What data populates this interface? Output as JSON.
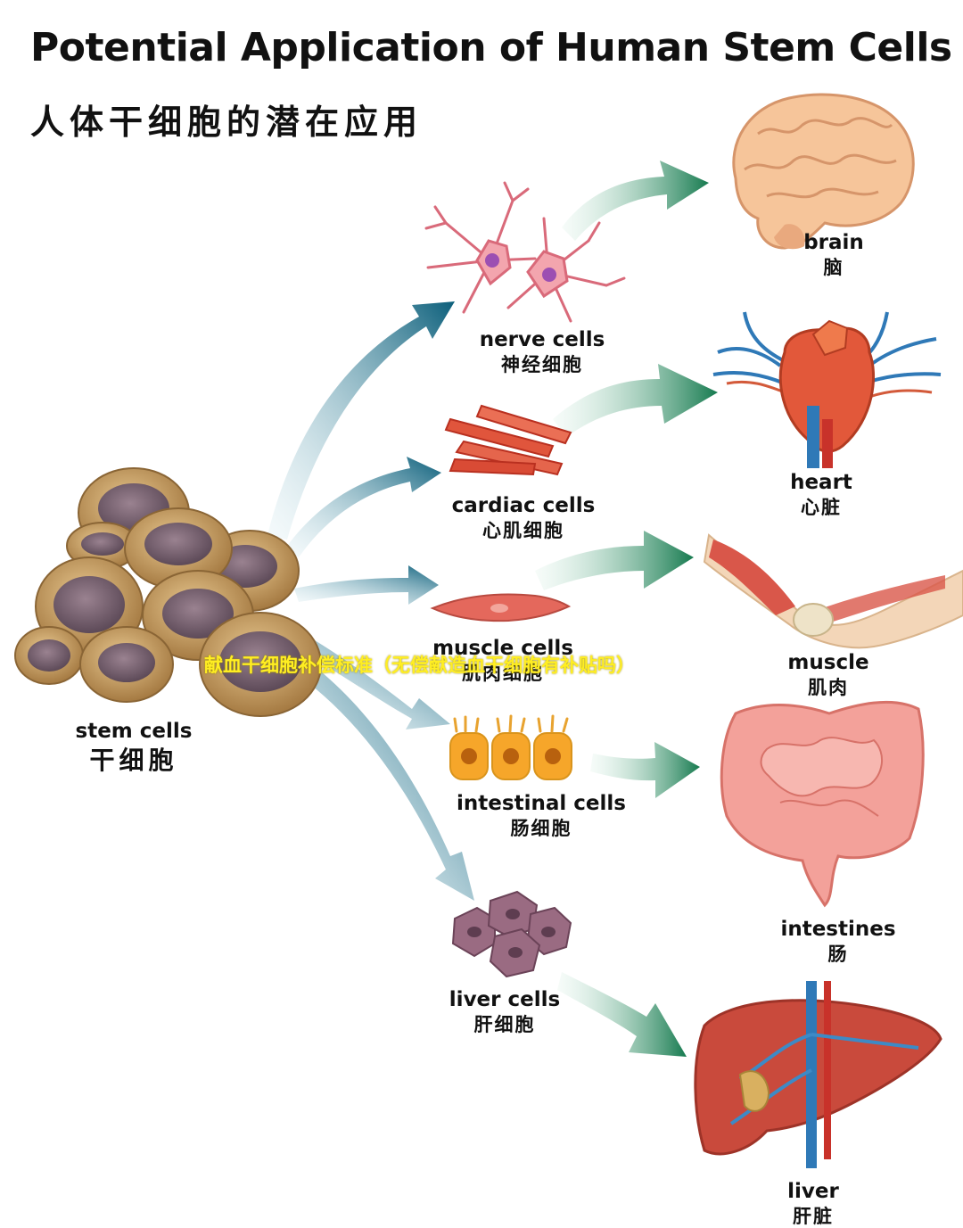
{
  "title": "Potential Application of Human Stem Cells",
  "subtitle": "人体干细胞的潜在应用",
  "source": {
    "en": "stem cells",
    "zh": "干细胞"
  },
  "cell_types": [
    {
      "en": "nerve cells",
      "zh": "神经细胞",
      "icon": "nerve-cell-icon"
    },
    {
      "en": "cardiac cells",
      "zh": "心肌细胞",
      "icon": "cardiac-cell-icon"
    },
    {
      "en": "muscle cells",
      "zh": "肌肉细胞",
      "icon": "muscle-cell-icon"
    },
    {
      "en": "intestinal cells",
      "zh": "肠细胞",
      "icon": "intestinal-cell-icon"
    },
    {
      "en": "liver cells",
      "zh": "肝细胞",
      "icon": "liver-cell-icon"
    }
  ],
  "organs": [
    {
      "en": "brain",
      "zh": "脑",
      "icon": "brain-icon"
    },
    {
      "en": "heart",
      "zh": "心脏",
      "icon": "heart-icon"
    },
    {
      "en": "muscle",
      "zh": "肌肉",
      "icon": "muscle-icon"
    },
    {
      "en": "intestines",
      "zh": "肠",
      "icon": "intestines-icon"
    },
    {
      "en": "liver",
      "zh": "肝脏",
      "icon": "liver-icon"
    }
  ],
  "overlay_text": "献血干细胞补偿标准（无偿献造血干细胞有补贴吗）",
  "colors": {
    "arrow_teal": "#0b5e7a",
    "arrow_green": "#1d8a5a",
    "overlay": "#ffee22"
  }
}
